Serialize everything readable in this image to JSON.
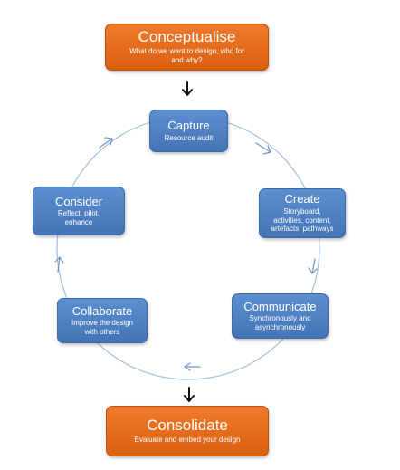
{
  "diagram": {
    "conceptualise": {
      "title": "Conceptualise",
      "subtitle_line1": "What do we want to design, who for",
      "subtitle_line2": "and why?"
    },
    "capture": {
      "title": "Capture",
      "subtitle": "Resource audit"
    },
    "create": {
      "title": "Create",
      "subtitle_line1": "Storyboard,",
      "subtitle_line2": "activities, content,",
      "subtitle_line3": "artefacts, pathways"
    },
    "communicate": {
      "title": "Communicate",
      "subtitle_line1": "Synchronously and",
      "subtitle_line2": "asynchronously"
    },
    "collaborate": {
      "title": "Collaborate",
      "subtitle_line1": "Improve the design",
      "subtitle_line2": "with others"
    },
    "consider": {
      "title": "Consider",
      "subtitle_line1": "Reflect, pilot,",
      "subtitle_line2": "enhance"
    },
    "consolidate": {
      "title": "Consolidate",
      "subtitle": "Evaluate and embed your design"
    }
  },
  "colors": {
    "orange": "#e36c1c",
    "blue": "#4f81bd",
    "cycle_line": "#a9c1df",
    "down_arrow": "#111111"
  }
}
